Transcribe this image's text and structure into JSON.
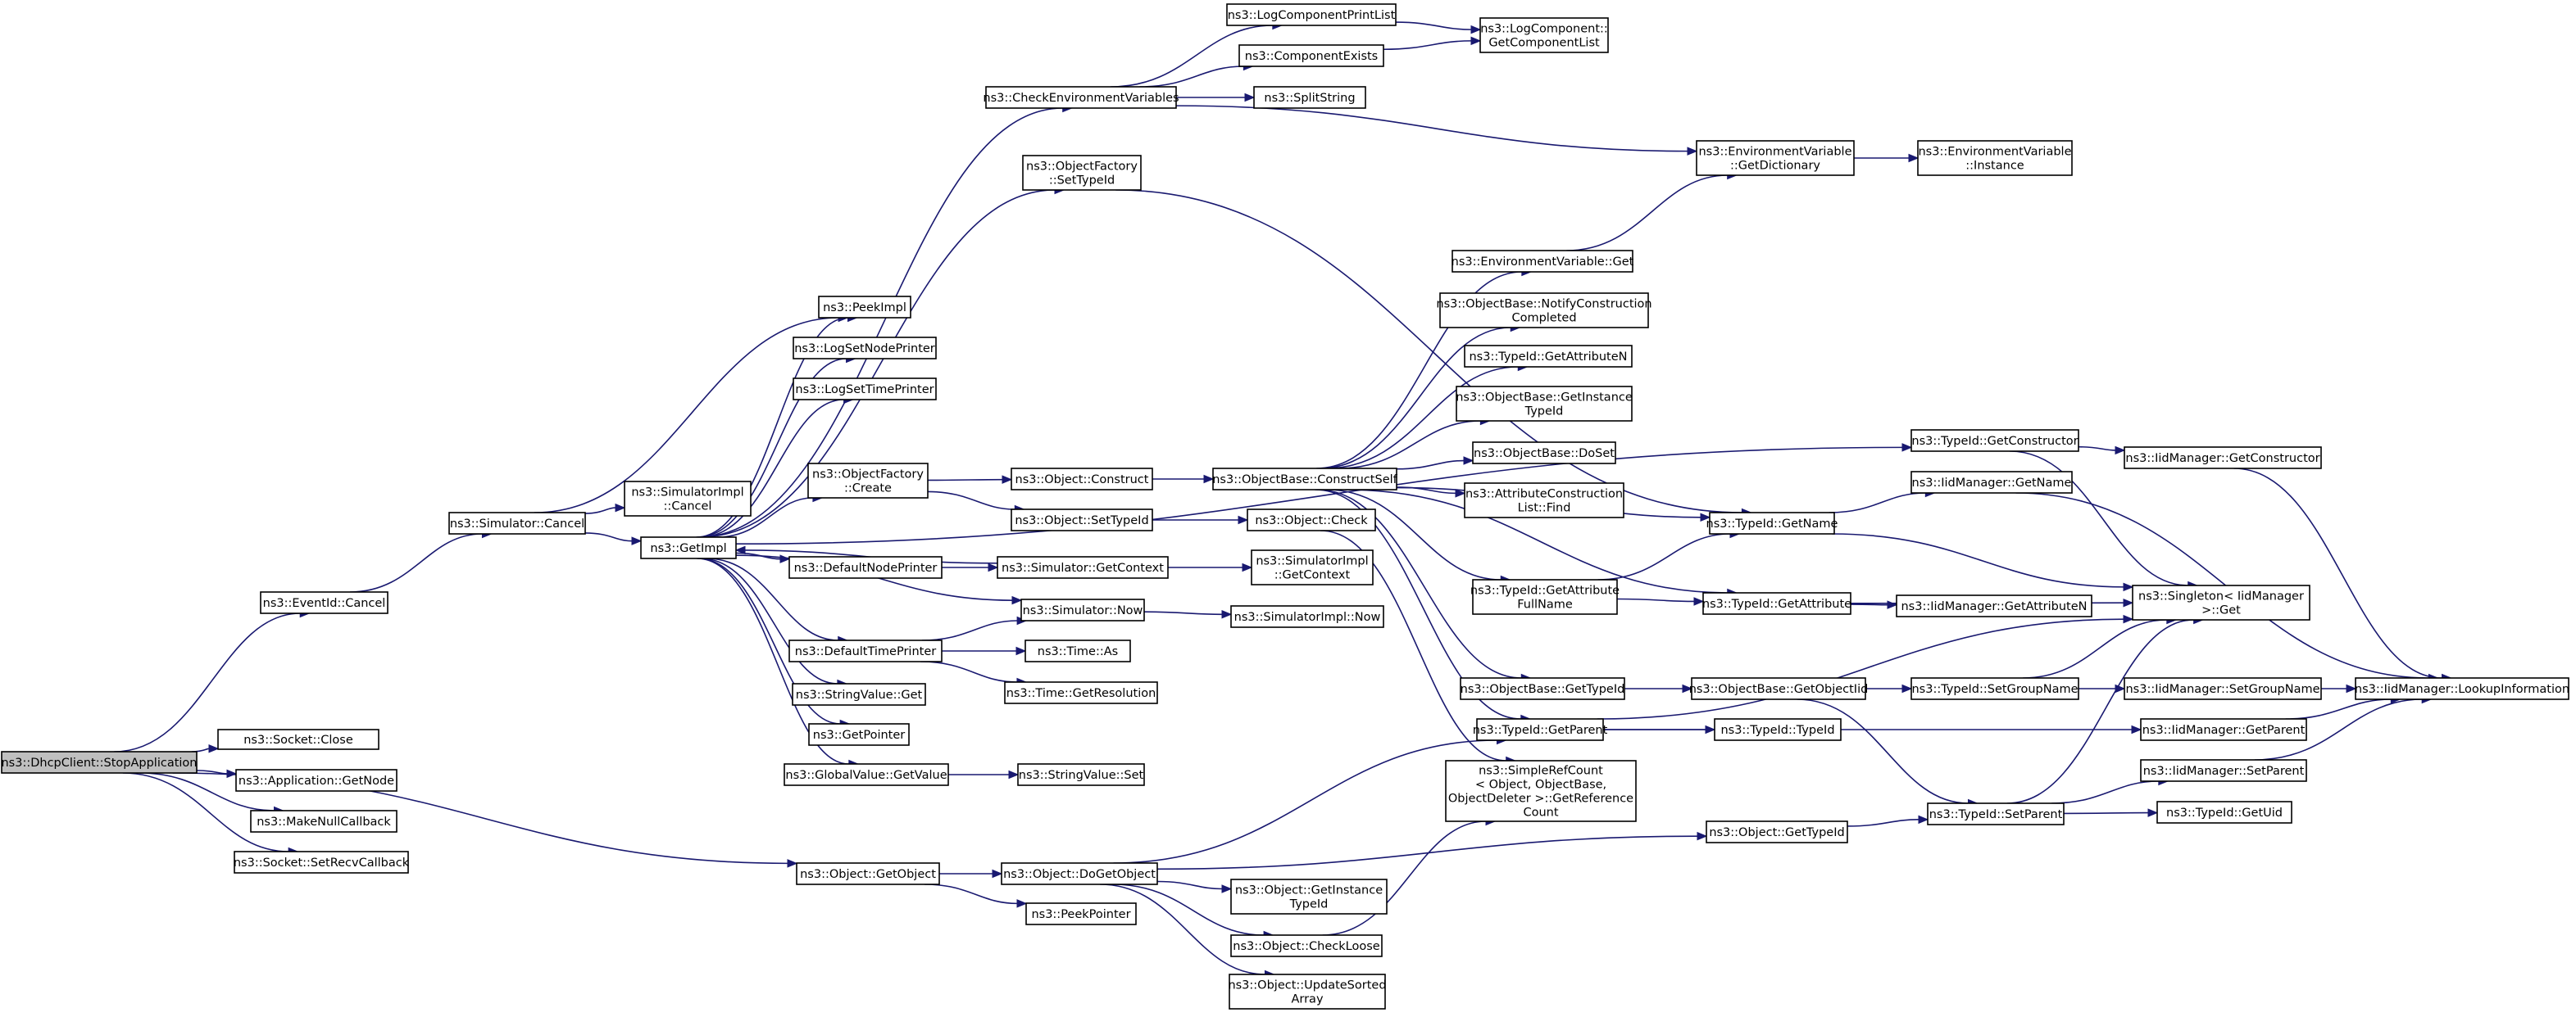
{
  "graph": {
    "edge_color": "#191970",
    "root_fill": "#bfbfbf",
    "nodes": [
      {
        "id": "dhcp",
        "lines": [
          "ns3::DhcpClient::StopApplication"
        ],
        "root": true
      },
      {
        "id": "eventcancel",
        "lines": [
          "ns3::EventId::Cancel"
        ]
      },
      {
        "id": "sockclose",
        "lines": [
          "ns3::Socket::Close"
        ]
      },
      {
        "id": "appgetnode",
        "lines": [
          "ns3::Application::GetNode"
        ]
      },
      {
        "id": "makenull",
        "lines": [
          "ns3::MakeNullCallback"
        ]
      },
      {
        "id": "setrecv",
        "lines": [
          "ns3::Socket::SetRecvCallback"
        ]
      },
      {
        "id": "simcancel",
        "lines": [
          "ns3::Simulator::Cancel"
        ]
      },
      {
        "id": "objgetobject",
        "lines": [
          "ns3::Object::GetObject"
        ]
      },
      {
        "id": "simimplcancel",
        "lines": [
          "ns3::SimulatorImpl",
          "::Cancel"
        ]
      },
      {
        "id": "getimpl",
        "lines": [
          "ns3::GetImpl"
        ]
      },
      {
        "id": "peekimpl",
        "lines": [
          "ns3::PeekImpl"
        ]
      },
      {
        "id": "logsetnode",
        "lines": [
          "ns3::LogSetNodePrinter"
        ]
      },
      {
        "id": "logsettime",
        "lines": [
          "ns3::LogSetTimePrinter"
        ]
      },
      {
        "id": "ofcreate",
        "lines": [
          "ns3::ObjectFactory",
          "::Create"
        ]
      },
      {
        "id": "defnode",
        "lines": [
          "ns3::DefaultNodePrinter"
        ]
      },
      {
        "id": "deftime",
        "lines": [
          "ns3::DefaultTimePrinter"
        ]
      },
      {
        "id": "svget",
        "lines": [
          "ns3::StringValue::Get"
        ]
      },
      {
        "id": "getpointer",
        "lines": [
          "ns3::GetPointer"
        ]
      },
      {
        "id": "gvgetvalue",
        "lines": [
          "ns3::GlobalValue::GetValue"
        ]
      },
      {
        "id": "checkenv",
        "lines": [
          "ns3::CheckEnvironmentVariables"
        ]
      },
      {
        "id": "ofsettypeid",
        "lines": [
          "ns3::ObjectFactory",
          "::SetTypeId"
        ]
      },
      {
        "id": "objconstruct",
        "lines": [
          "ns3::Object::Construct"
        ]
      },
      {
        "id": "objsettypeid",
        "lines": [
          "ns3::Object::SetTypeId"
        ]
      },
      {
        "id": "simgetctx",
        "lines": [
          "ns3::Simulator::GetContext"
        ]
      },
      {
        "id": "simnow",
        "lines": [
          "ns3::Simulator::Now"
        ]
      },
      {
        "id": "timeas",
        "lines": [
          "ns3::Time::As"
        ]
      },
      {
        "id": "timegetres",
        "lines": [
          "ns3::Time::GetResolution"
        ]
      },
      {
        "id": "svset",
        "lines": [
          "ns3::StringValue::Set"
        ]
      },
      {
        "id": "objdoget",
        "lines": [
          "ns3::Object::DoGetObject"
        ]
      },
      {
        "id": "peekpointer",
        "lines": [
          "ns3::PeekPointer"
        ]
      },
      {
        "id": "logprintlist",
        "lines": [
          "ns3::LogComponentPrintList"
        ]
      },
      {
        "id": "compexists",
        "lines": [
          "ns3::ComponentExists"
        ]
      },
      {
        "id": "splitstring",
        "lines": [
          "ns3::SplitString"
        ]
      },
      {
        "id": "logcomplist",
        "lines": [
          "ns3::LogComponent::",
          "GetComponentList"
        ]
      },
      {
        "id": "obconstructself",
        "lines": [
          "ns3::ObjectBase::ConstructSelf"
        ]
      },
      {
        "id": "objcheck",
        "lines": [
          "ns3::Object::Check"
        ]
      },
      {
        "id": "simimplgetctx",
        "lines": [
          "ns3::SimulatorImpl",
          "::GetContext"
        ]
      },
      {
        "id": "simimplnow",
        "lines": [
          "ns3::SimulatorImpl::Now"
        ]
      },
      {
        "id": "objgetinst",
        "lines": [
          "ns3::Object::GetInstance",
          "TypeId"
        ]
      },
      {
        "id": "objcheckloose",
        "lines": [
          "ns3::Object::CheckLoose"
        ]
      },
      {
        "id": "objupdsorted",
        "lines": [
          "ns3::Object::UpdateSorted",
          "Array"
        ]
      },
      {
        "id": "envget",
        "lines": [
          "ns3::EnvironmentVariable::Get"
        ]
      },
      {
        "id": "obnotify",
        "lines": [
          "ns3::ObjectBase::NotifyConstruction",
          "Completed"
        ]
      },
      {
        "id": "tidgetattrn",
        "lines": [
          "ns3::TypeId::GetAttributeN"
        ]
      },
      {
        "id": "obgetinst",
        "lines": [
          "ns3::ObjectBase::GetInstance",
          "TypeId"
        ]
      },
      {
        "id": "obdoset",
        "lines": [
          "ns3::ObjectBase::DoSet"
        ]
      },
      {
        "id": "attrconstr",
        "lines": [
          "ns3::AttributeConstruction",
          "List::Find"
        ]
      },
      {
        "id": "tidgetattrfull",
        "lines": [
          "ns3::TypeId::GetAttribute",
          "FullName"
        ]
      },
      {
        "id": "obgettypeid",
        "lines": [
          "ns3::ObjectBase::GetTypeId"
        ]
      },
      {
        "id": "tidgetparent",
        "lines": [
          "ns3::TypeId::GetParent"
        ]
      },
      {
        "id": "simplerefcount",
        "lines": [
          "ns3::SimpleRefCount",
          "< Object, ObjectBase,",
          "ObjectDeleter >::GetReference",
          "Count"
        ]
      },
      {
        "id": "envgetdict",
        "lines": [
          "ns3::EnvironmentVariable",
          "::GetDictionary"
        ]
      },
      {
        "id": "tidgetname",
        "lines": [
          "ns3::TypeId::GetName"
        ]
      },
      {
        "id": "tidgetattr",
        "lines": [
          "ns3::TypeId::GetAttribute"
        ]
      },
      {
        "id": "obgetobjtid",
        "lines": [
          "ns3::ObjectBase::GetObjectIid"
        ]
      },
      {
        "id": "tidtypeid",
        "lines": [
          "ns3::TypeId::TypeId"
        ]
      },
      {
        "id": "objgettypeid",
        "lines": [
          "ns3::Object::GetTypeId"
        ]
      },
      {
        "id": "envinstance",
        "lines": [
          "ns3::EnvironmentVariable",
          "::Instance"
        ]
      },
      {
        "id": "tidgetconstr",
        "lines": [
          "ns3::TypeId::GetConstructor"
        ]
      },
      {
        "id": "iidgetname",
        "lines": [
          "ns3::IidManager::GetName"
        ]
      },
      {
        "id": "iidgetattrn",
        "lines": [
          "ns3::IidManager::GetAttributeN"
        ]
      },
      {
        "id": "tidsetgroup",
        "lines": [
          "ns3::TypeId::SetGroupName"
        ]
      },
      {
        "id": "tidsetparent",
        "lines": [
          "ns3::TypeId::SetParent"
        ]
      },
      {
        "id": "iidgetconstr",
        "lines": [
          "ns3::IidManager::GetConstructor"
        ]
      },
      {
        "id": "singleton",
        "lines": [
          "ns3::Singleton< IidManager",
          ">::Get"
        ]
      },
      {
        "id": "iidsetgroup",
        "lines": [
          "ns3::IidManager::SetGroupName"
        ]
      },
      {
        "id": "iidgetparent",
        "lines": [
          "ns3::IidManager::GetParent"
        ]
      },
      {
        "id": "iidsetparent",
        "lines": [
          "ns3::IidManager::SetParent"
        ]
      },
      {
        "id": "tidgetuid",
        "lines": [
          "ns3::TypeId::GetUid"
        ]
      },
      {
        "id": "iidlookup",
        "lines": [
          "ns3::IidManager::LookupInformation"
        ]
      }
    ],
    "edges": [
      [
        "dhcp",
        "eventcancel"
      ],
      [
        "dhcp",
        "objgetobject"
      ],
      [
        "dhcp",
        "sockclose"
      ],
      [
        "dhcp",
        "appgetnode"
      ],
      [
        "dhcp",
        "makenull"
      ],
      [
        "dhcp",
        "setrecv"
      ],
      [
        "eventcancel",
        "simcancel"
      ],
      [
        "simcancel",
        "peekimpl"
      ],
      [
        "simcancel",
        "simimplcancel"
      ],
      [
        "simcancel",
        "getimpl"
      ],
      [
        "getimpl",
        "peekimpl"
      ],
      [
        "getimpl",
        "logsetnode"
      ],
      [
        "getimpl",
        "logsettime"
      ],
      [
        "getimpl",
        "ofcreate"
      ],
      [
        "getimpl",
        "defnode"
      ],
      [
        "getimpl",
        "simnow"
      ],
      [
        "getimpl",
        "deftime"
      ],
      [
        "getimpl",
        "svget"
      ],
      [
        "getimpl",
        "getpointer"
      ],
      [
        "getimpl",
        "gvgetvalue"
      ],
      [
        "getimpl",
        "checkenv"
      ],
      [
        "getimpl",
        "ofsettypeid"
      ],
      [
        "getimpl",
        "tidgetconstr"
      ],
      [
        "checkenv",
        "logprintlist"
      ],
      [
        "checkenv",
        "compexists"
      ],
      [
        "checkenv",
        "splitstring"
      ],
      [
        "checkenv",
        "envgetdict"
      ],
      [
        "logprintlist",
        "logcomplist"
      ],
      [
        "compexists",
        "logcomplist"
      ],
      [
        "envgetdict",
        "envinstance"
      ],
      [
        "ofsettypeid",
        "tidgetname"
      ],
      [
        "ofcreate",
        "objconstruct"
      ],
      [
        "ofcreate",
        "objsettypeid"
      ],
      [
        "objconstruct",
        "obconstructself"
      ],
      [
        "objsettypeid",
        "objcheck"
      ],
      [
        "objcheck",
        "simplerefcount"
      ],
      [
        "simgetctx",
        "getimpl"
      ],
      [
        "simgetctx",
        "simimplgetctx"
      ],
      [
        "defnode",
        "simgetctx"
      ],
      [
        "deftime",
        "simnow"
      ],
      [
        "deftime",
        "timeas"
      ],
      [
        "deftime",
        "timegetres"
      ],
      [
        "simnow",
        "simimplnow"
      ],
      [
        "gvgetvalue",
        "svset"
      ],
      [
        "objgetobject",
        "objdoget"
      ],
      [
        "objgetobject",
        "peekpointer"
      ],
      [
        "objdoget",
        "tidgetparent"
      ],
      [
        "objdoget",
        "objgettypeid"
      ],
      [
        "objdoget",
        "objgetinst"
      ],
      [
        "objdoget",
        "objcheckloose"
      ],
      [
        "objdoget",
        "objupdsorted"
      ],
      [
        "objcheckloose",
        "simplerefcount"
      ],
      [
        "obconstructself",
        "envget"
      ],
      [
        "obconstructself",
        "obnotify"
      ],
      [
        "obconstructself",
        "tidgetattrn"
      ],
      [
        "obconstructself",
        "obgetinst"
      ],
      [
        "obconstructself",
        "obdoset"
      ],
      [
        "obconstructself",
        "attrconstr"
      ],
      [
        "obconstructself",
        "tidgetname"
      ],
      [
        "obconstructself",
        "tidgetattrfull"
      ],
      [
        "obconstructself",
        "tidgetattr"
      ],
      [
        "obconstructself",
        "obgettypeid"
      ],
      [
        "obconstructself",
        "tidgetparent"
      ],
      [
        "envget",
        "envgetdict"
      ],
      [
        "tidgetattrfull",
        "tidgetname"
      ],
      [
        "tidgetattrfull",
        "tidgetattr"
      ],
      [
        "obgettypeid",
        "obgetobjtid"
      ],
      [
        "obgetobjtid",
        "tidsetgroup"
      ],
      [
        "obgetobjtid",
        "tidsetparent"
      ],
      [
        "tidgetparent",
        "singleton"
      ],
      [
        "tidgetparent",
        "tidtypeid"
      ],
      [
        "tidgetparent",
        "iidgetparent"
      ],
      [
        "tidgetname",
        "iidgetname"
      ],
      [
        "tidgetname",
        "singleton"
      ],
      [
        "tidgetattr",
        "iidgetattrn"
      ],
      [
        "tidgetattr",
        "singleton"
      ],
      [
        "objgettypeid",
        "tidsetparent"
      ],
      [
        "tidsetgroup",
        "singleton"
      ],
      [
        "tidsetgroup",
        "iidsetgroup"
      ],
      [
        "tidsetparent",
        "singleton"
      ],
      [
        "tidsetparent",
        "iidsetparent"
      ],
      [
        "tidsetparent",
        "tidgetuid"
      ],
      [
        "tidgetconstr",
        "iidgetconstr"
      ],
      [
        "tidgetconstr",
        "singleton"
      ],
      [
        "iidgetconstr",
        "iidlookup"
      ],
      [
        "iidgetname",
        "iidlookup"
      ],
      [
        "iidsetgroup",
        "iidlookup"
      ],
      [
        "iidgetparent",
        "iidlookup"
      ],
      [
        "iidsetparent",
        "iidlookup"
      ]
    ]
  }
}
